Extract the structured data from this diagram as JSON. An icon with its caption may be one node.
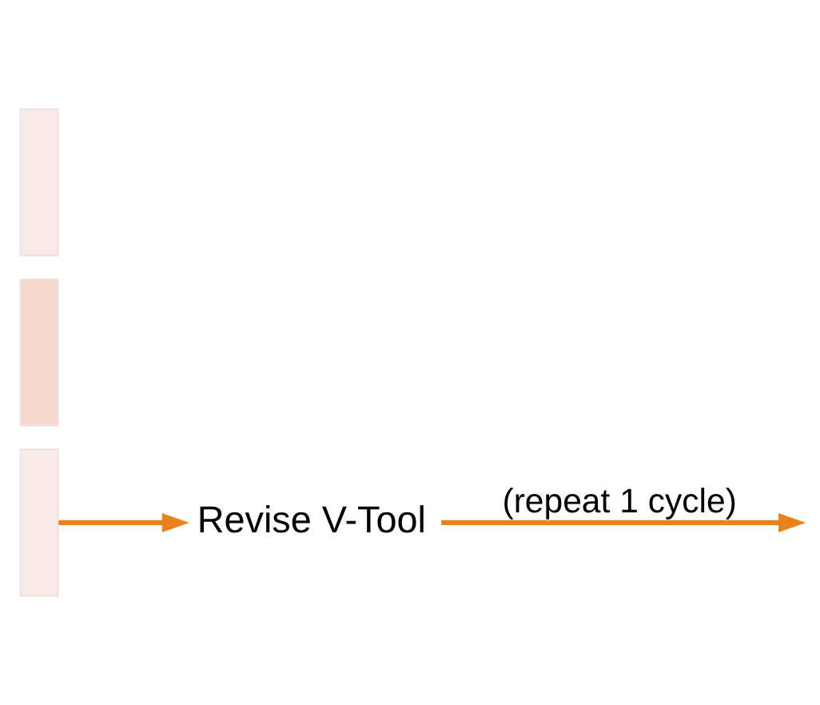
{
  "diagram": {
    "nodes": [
      {
        "text": [],
        "shape": "box"
      },
      {
        "text": [],
        "shape": "box"
      },
      {
        "text": [],
        "shape": "box"
      },
      {
        "text": [
          "Revise V-Tool"
        ]
      }
    ],
    "edges": [
      {
        "from": 2,
        "to": 3,
        "arrow": "to",
        "color": "#e8821a"
      },
      {
        "from": 3,
        "to": null,
        "arrow": "to",
        "color": "#e8821a",
        "label": "(repeat 1 cycle)"
      }
    ]
  }
}
